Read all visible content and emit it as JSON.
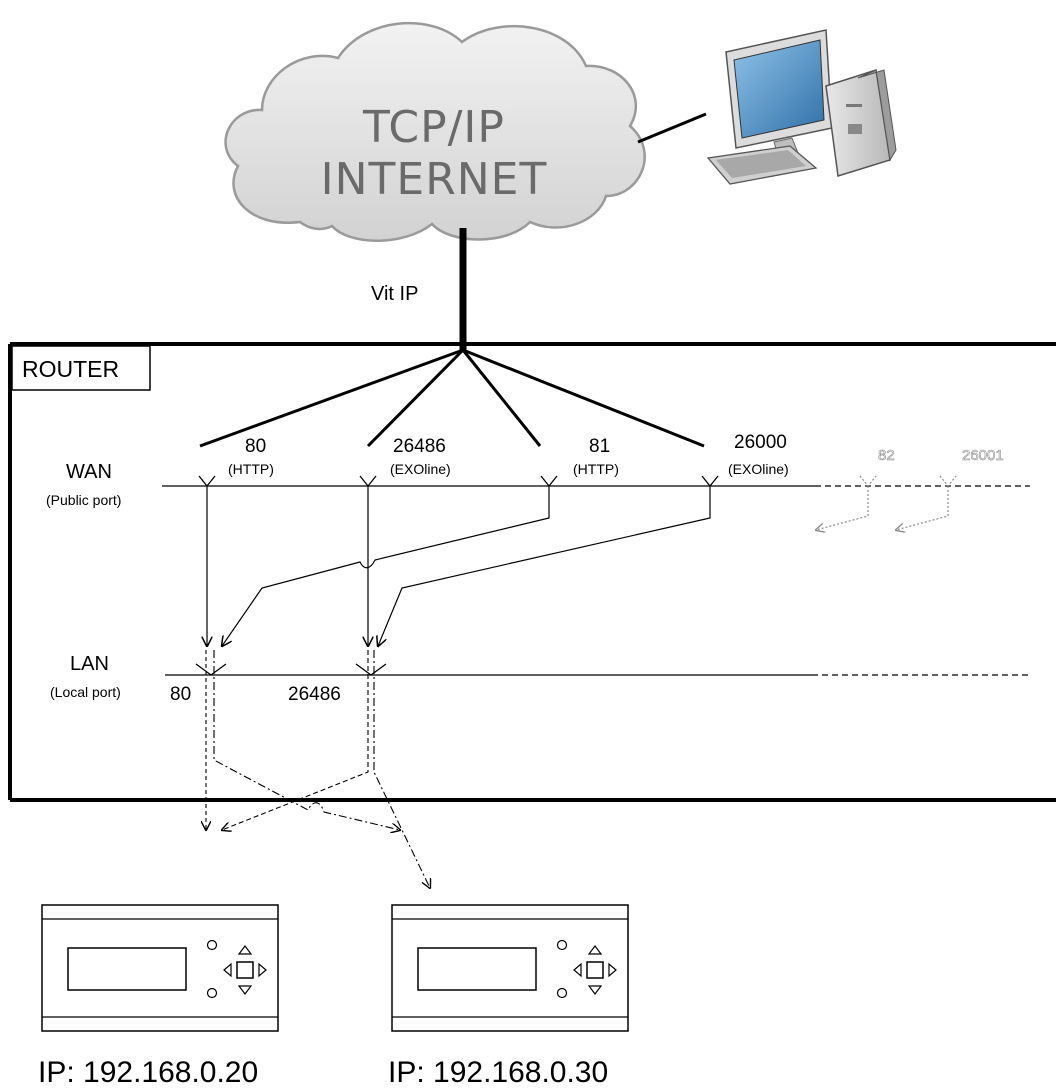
{
  "cloud": {
    "line1": "TCP/IP",
    "line2": "INTERNET",
    "icon": "cloud-icon"
  },
  "computer": {
    "icon": "desktop-computer-icon"
  },
  "uplink_label": "Vit IP",
  "router": {
    "label": "ROUTER"
  },
  "wan": {
    "label": "WAN",
    "sublabel": "(Public port)"
  },
  "lan": {
    "label": "LAN",
    "sublabel": "(Local port)"
  },
  "wan_ports": [
    {
      "number": "80",
      "protocol": "(HTTP)"
    },
    {
      "number": "26486",
      "protocol": "(EXOline)"
    },
    {
      "number": "81",
      "protocol": "(HTTP)"
    },
    {
      "number": "26000",
      "protocol": "(EXOline)"
    }
  ],
  "wan_ports_extra": [
    "82",
    "26001"
  ],
  "lan_ports": [
    "80",
    "26486"
  ],
  "devices": [
    {
      "ip": "IP: 192.168.0.20",
      "icon": "controller-device-icon"
    },
    {
      "ip": "IP: 192.168.0.30",
      "icon": "controller-device-icon"
    }
  ]
}
